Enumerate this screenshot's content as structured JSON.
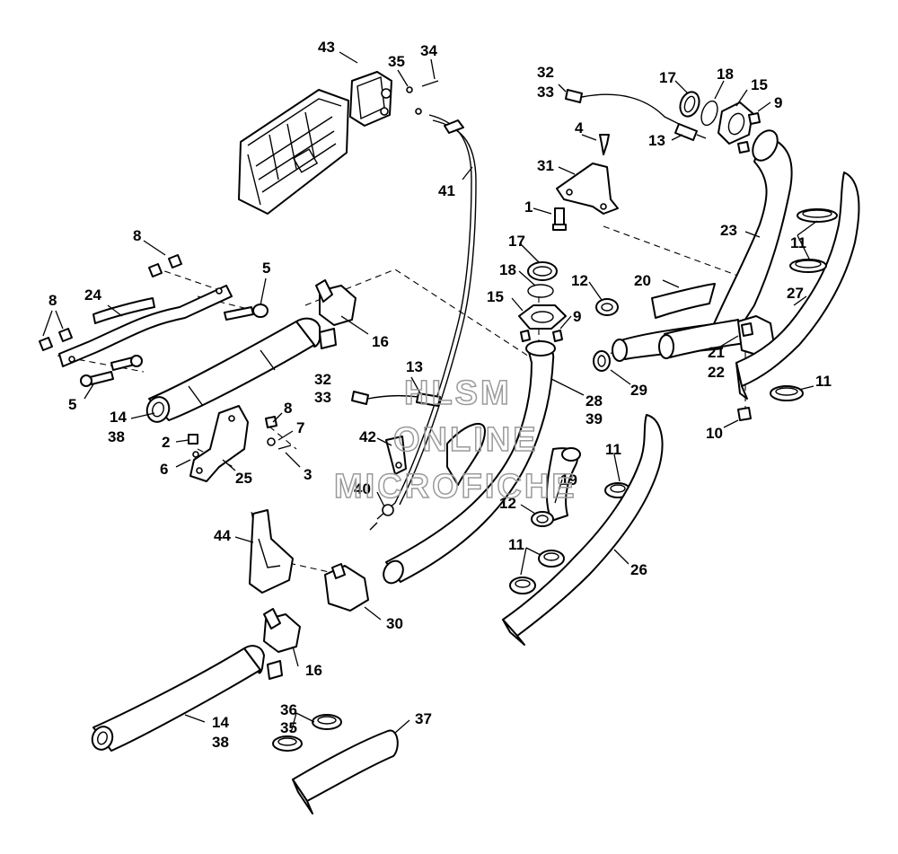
{
  "diagram": {
    "callouts": [
      {
        "id": "c43",
        "text": "43"
      },
      {
        "id": "c35",
        "text": "35"
      },
      {
        "id": "c34",
        "text": "34"
      },
      {
        "id": "c41",
        "text": "41"
      },
      {
        "id": "c32a",
        "text": "32"
      },
      {
        "id": "c33a",
        "text": "33"
      },
      {
        "id": "c17a",
        "text": "17"
      },
      {
        "id": "c18a",
        "text": "18"
      },
      {
        "id": "c15a",
        "text": "15"
      },
      {
        "id": "c9a",
        "text": "9"
      },
      {
        "id": "c4",
        "text": "4"
      },
      {
        "id": "c13a",
        "text": "13"
      },
      {
        "id": "c31",
        "text": "31"
      },
      {
        "id": "c1",
        "text": "1"
      },
      {
        "id": "c23",
        "text": "23"
      },
      {
        "id": "c11a",
        "text": "11"
      },
      {
        "id": "c27",
        "text": "27"
      },
      {
        "id": "c8a",
        "text": "8"
      },
      {
        "id": "c5a",
        "text": "5"
      },
      {
        "id": "c24",
        "text": "24"
      },
      {
        "id": "c8b",
        "text": "8"
      },
      {
        "id": "c5b",
        "text": "5"
      },
      {
        "id": "c17b",
        "text": "17"
      },
      {
        "id": "c18b",
        "text": "18"
      },
      {
        "id": "c15b",
        "text": "15"
      },
      {
        "id": "c9b",
        "text": "9"
      },
      {
        "id": "c12a",
        "text": "12"
      },
      {
        "id": "c20",
        "text": "20"
      },
      {
        "id": "c16a",
        "text": "16"
      },
      {
        "id": "c14a",
        "text": "14"
      },
      {
        "id": "c38a",
        "text": "38"
      },
      {
        "id": "c21",
        "text": "21"
      },
      {
        "id": "c22",
        "text": "22"
      },
      {
        "id": "c29",
        "text": "29"
      },
      {
        "id": "c32b",
        "text": "32"
      },
      {
        "id": "c33b",
        "text": "33"
      },
      {
        "id": "c13b",
        "text": "13"
      },
      {
        "id": "c28",
        "text": "28"
      },
      {
        "id": "c39",
        "text": "39"
      },
      {
        "id": "c11b",
        "text": "11"
      },
      {
        "id": "c10",
        "text": "10"
      },
      {
        "id": "c8c",
        "text": "8"
      },
      {
        "id": "c7",
        "text": "7"
      },
      {
        "id": "c2",
        "text": "2"
      },
      {
        "id": "c6",
        "text": "6"
      },
      {
        "id": "c3",
        "text": "3"
      },
      {
        "id": "c25",
        "text": "25"
      },
      {
        "id": "c42",
        "text": "42"
      },
      {
        "id": "c11c",
        "text": "11"
      },
      {
        "id": "c40",
        "text": "40"
      },
      {
        "id": "c12b",
        "text": "12"
      },
      {
        "id": "c19",
        "text": "19"
      },
      {
        "id": "c11d",
        "text": "11"
      },
      {
        "id": "c26",
        "text": "26"
      },
      {
        "id": "c44",
        "text": "44"
      },
      {
        "id": "c30",
        "text": "30"
      },
      {
        "id": "c16b",
        "text": "16"
      },
      {
        "id": "c36",
        "text": "36"
      },
      {
        "id": "c35b",
        "text": "35"
      },
      {
        "id": "c37",
        "text": "37"
      },
      {
        "id": "c14b",
        "text": "14"
      },
      {
        "id": "c38b",
        "text": "38"
      }
    ],
    "watermark": [
      "HLSM",
      "ONLINE",
      "MICROFICHE"
    ]
  }
}
